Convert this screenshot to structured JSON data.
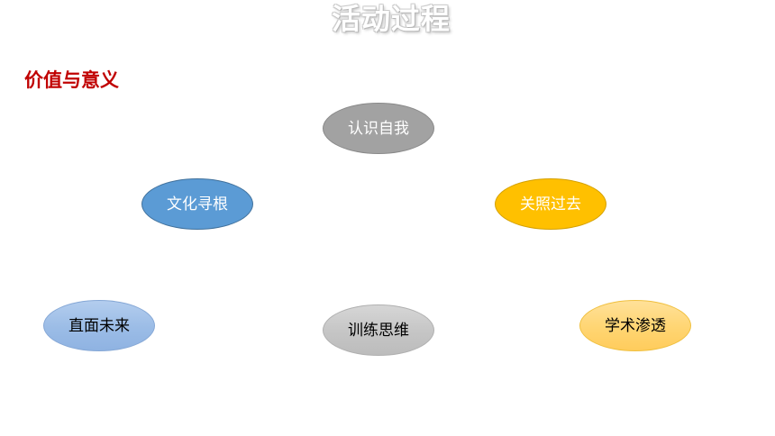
{
  "slide": {
    "title": "活动过程",
    "subtitle": "价值与意义"
  },
  "nodes": {
    "self": {
      "label": "认识自我",
      "color": "#a2a2a2"
    },
    "culture": {
      "label": "文化寻根",
      "color": "#5b9bd5"
    },
    "past": {
      "label": "关照过去",
      "color": "#ffc000"
    },
    "future": {
      "label": "直面未来",
      "color": "#9bbce6"
    },
    "think": {
      "label": "训练思维",
      "color": "#c5c5c5"
    },
    "academic": {
      "label": "学术渗透",
      "color": "#ffd572"
    }
  },
  "colors": {
    "subtitle": "#c00000"
  }
}
